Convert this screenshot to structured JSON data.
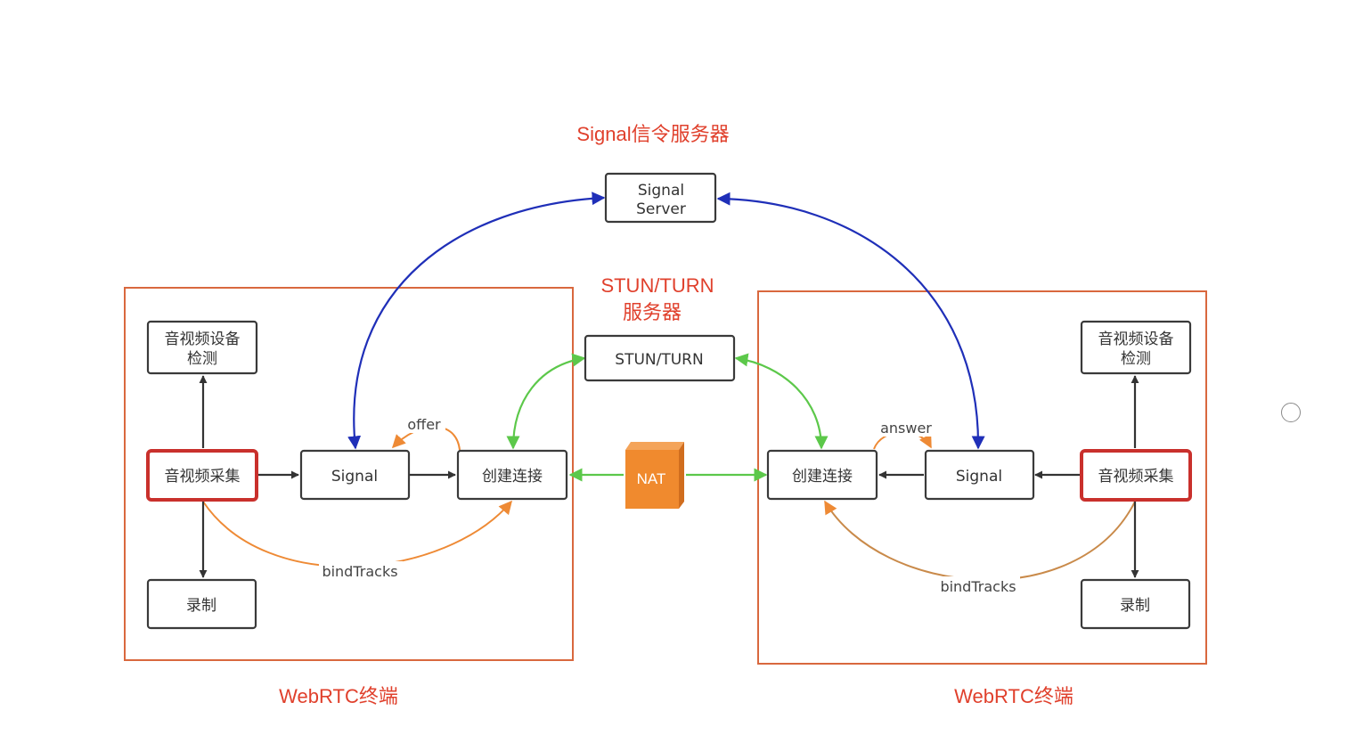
{
  "labels": {
    "signal_server_title": "Signal信令服务器",
    "stun_title_line1": "STUN/TURN",
    "stun_title_line2": "服务器",
    "left_terminal": "WebRTC终端",
    "right_terminal": "WebRTC终端"
  },
  "nodes": {
    "signal_server_line1": "Signal",
    "signal_server_line2": "Server",
    "stun_turn": "STUN/TURN",
    "nat": "NAT",
    "device_check_line1": "音视频设备",
    "device_check_line2": "检测",
    "capture": "音视频采集",
    "signal": "Signal",
    "create_connection": "创建连接",
    "record": "录制"
  },
  "edge_labels": {
    "offer": "offer",
    "answer": "answer",
    "bind_tracks": "bindTracks"
  },
  "colors": {
    "title": "#e0402c",
    "frame": "#d9683e",
    "signaling_arrow": "#1f2fb8",
    "stun_arrow": "#5cc84a",
    "sdp_arrow": "#ee8a35",
    "nat_fill": "#f08a2e",
    "capture_border": "#c9302c",
    "flow_arrow": "#333333"
  }
}
